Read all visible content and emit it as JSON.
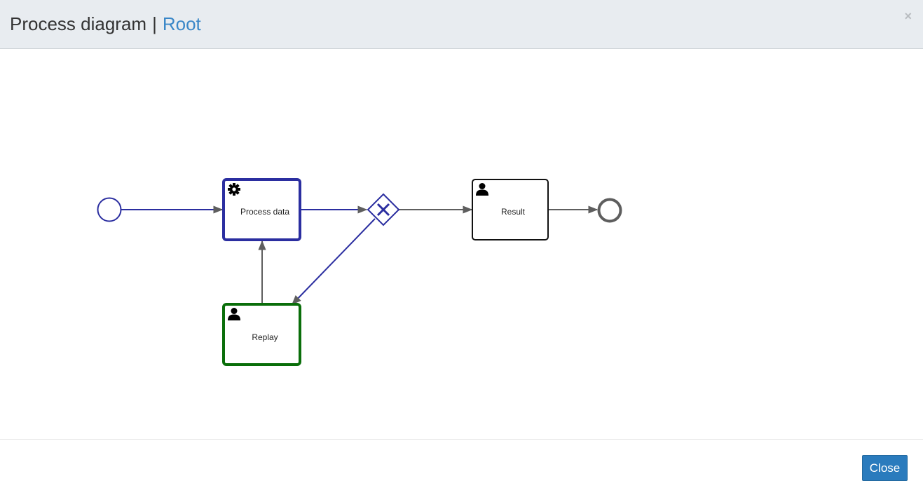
{
  "header": {
    "title": "Process diagram",
    "separator": "|",
    "link": "Root",
    "close_symbol": "×"
  },
  "diagram": {
    "nodes": {
      "start_event": {
        "type": "start-event"
      },
      "process_data": {
        "label": "Process data",
        "type": "service-task",
        "icon": "gear-icon"
      },
      "gateway": {
        "type": "exclusive-gateway",
        "icon": "x-icon"
      },
      "result": {
        "label": "Result",
        "type": "user-task",
        "icon": "user-icon"
      },
      "replay": {
        "label": "Replay",
        "type": "user-task",
        "icon": "user-icon"
      },
      "end_event": {
        "type": "end-event"
      }
    },
    "colors": {
      "active_blue": "#2b2ea0",
      "completed_green": "#0a6e0a",
      "default_black": "#111111",
      "flow_gray": "#5e5e5e"
    }
  },
  "footer": {
    "close_label": "Close"
  }
}
